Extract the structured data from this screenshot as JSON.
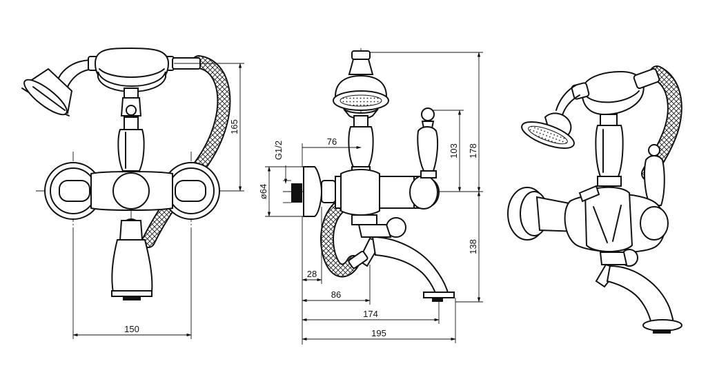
{
  "dimensions": {
    "width_front": "150",
    "height_shower": "165",
    "side_offset_76": "76",
    "thread": "G1/2",
    "diameter": "ø64",
    "handle_height": "103",
    "total_height": "178",
    "spout_height": "138",
    "wall_28": "28",
    "depth_86": "86",
    "depth_174": "174",
    "depth_195": "195"
  },
  "colors": {
    "line": "#111111",
    "background": "#ffffff"
  }
}
